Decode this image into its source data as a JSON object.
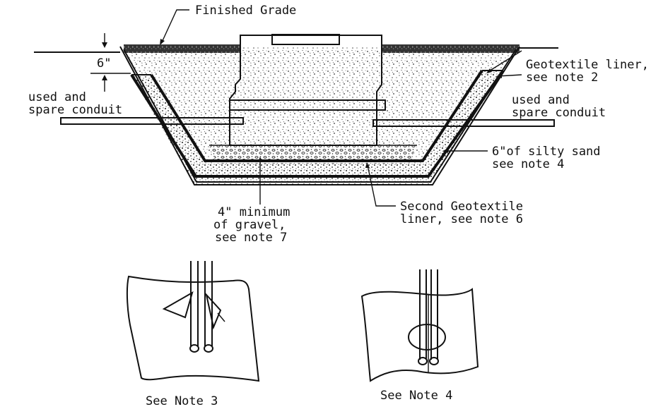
{
  "labels": {
    "finished_grade": "Finished Grade",
    "six_inch": "6\"",
    "conduit_left_1": "used and",
    "conduit_left_2": "spare conduit",
    "geotextile_1": "Geotextile liner,",
    "geotextile_2": "see note 2",
    "conduit_right_1": "used and",
    "conduit_right_2": "spare conduit",
    "silty_sand_1": "6\"of silty sand",
    "silty_sand_2": "see note 4",
    "gravel_1": "4\" minimum",
    "gravel_2": "of gravel,",
    "gravel_3": "see note 7",
    "second_geo_1": "Second Geotextile",
    "second_geo_2": "liner, see note 6",
    "see_note_3": "See Note 3",
    "see_note_4": "See Note 4"
  },
  "colors": {
    "ink": "#111111",
    "background": "#ffffff"
  }
}
